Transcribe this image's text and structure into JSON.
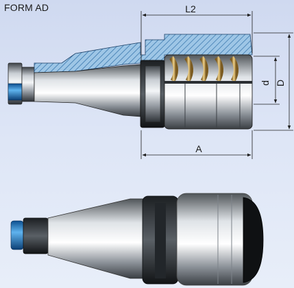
{
  "heading": "FORM AD",
  "dimensions": {
    "l2": "L2",
    "a": "A",
    "d_small": "d",
    "d_large": "D"
  },
  "colors": {
    "background": "#d8e1f4",
    "section_hatch": "#3f86c0",
    "steel_light": "#e8ecf0",
    "steel_dark": "#4a4f55",
    "coolant_ring": "#2f8fd8",
    "nut_black": "#101214",
    "dimension_line": "#1f1f1f"
  },
  "icons": {
    "section_view": "tool-holder-section",
    "product_photo": "tool-holder-photo"
  }
}
